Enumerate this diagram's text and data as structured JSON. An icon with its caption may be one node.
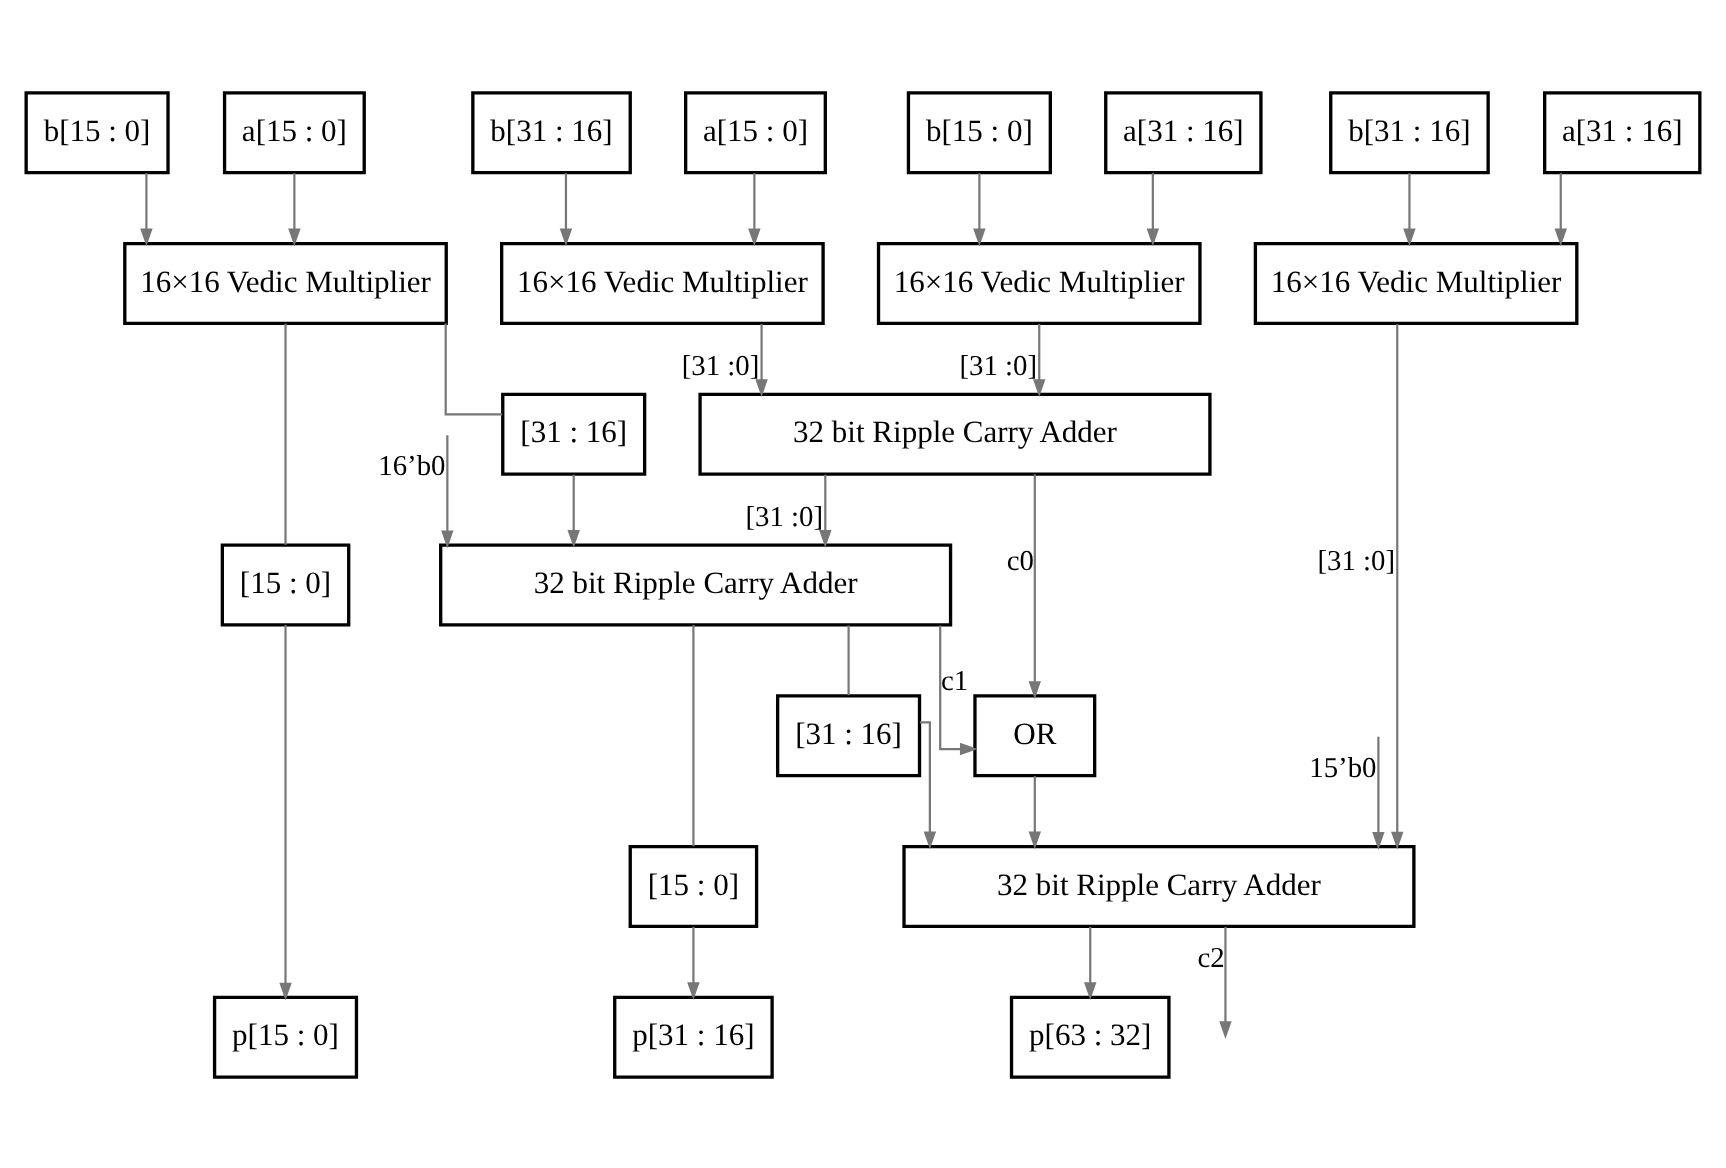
{
  "diagram": {
    "nodes": [
      {
        "text": [
          "b[31 : 16]"
        ]
      },
      {
        "text": [
          "b[15 : 0]"
        ]
      },
      {
        "text": [
          "b[31 : 16]"
        ]
      },
      {
        "text": [
          "b[15 : 0]"
        ]
      },
      {
        "text": [
          "a[31 : 16]"
        ]
      },
      {
        "text": [
          "a[31 : 16]"
        ]
      },
      {
        "text": [
          "a[15 : 0]"
        ]
      },
      {
        "text": [
          "a[15 : 0]"
        ]
      },
      {
        "text": [
          "16×16 Vedic Multiplier"
        ]
      },
      {
        "text": [
          "16×16 Vedic Multiplier"
        ]
      },
      {
        "text": [
          "16×16 Vedic Multiplier"
        ]
      },
      {
        "text": [
          "16×16 Vedic Multiplier"
        ]
      },
      {
        "text": [
          "32 bit Ripple Carry Adder"
        ]
      },
      {
        "text": [
          "OR"
        ]
      },
      {
        "text": [
          "32 bit Ripple Carry Adder"
        ]
      },
      {
        "text": [
          "[31 : 16]"
        ]
      },
      {
        "text": [
          "[15 : 0]"
        ]
      },
      {
        "text": [
          "[31 : 16]"
        ]
      },
      {
        "text": [
          "32 bit Ripple Carry Adder"
        ]
      },
      {
        "text": [
          "[15 : 0]"
        ]
      },
      {
        "text": [
          "p[63 : 32]"
        ]
      },
      {
        "text": [
          "p[31 : 16]"
        ]
      },
      {
        "text": [
          "p[15 : 0]"
        ]
      }
    ],
    "edges": [
      {
        "from": 0,
        "to": 8,
        "arrow": "to"
      },
      {
        "from": 4,
        "to": 8,
        "arrow": "to"
      },
      {
        "from": 1,
        "to": 9,
        "arrow": "to"
      },
      {
        "from": 5,
        "to": 9,
        "arrow": "to"
      },
      {
        "from": 2,
        "to": 10,
        "arrow": "to"
      },
      {
        "from": 6,
        "to": 10,
        "arrow": "to"
      },
      {
        "from": 3,
        "to": 11,
        "arrow": "to"
      },
      {
        "from": 7,
        "to": 11,
        "arrow": "to"
      },
      {
        "from": 8,
        "to": 18,
        "arrow": "to",
        "label": "[31 :0]"
      },
      {
        "from": null,
        "to": 18,
        "arrow": "to",
        "label": "15’b0"
      },
      {
        "from": 9,
        "to": 12,
        "arrow": "to",
        "label": "[31 :0]"
      },
      {
        "from": 10,
        "to": 12,
        "arrow": "to",
        "label": "[31 :0]"
      },
      {
        "from": 12,
        "to": 13,
        "arrow": "to",
        "label": "c0"
      },
      {
        "from": 12,
        "to": 14,
        "arrow": "to",
        "label": "[31 :0]"
      },
      {
        "from": null,
        "to": 14,
        "arrow": "to",
        "label": "16’b0"
      },
      {
        "from": 11,
        "to": 15,
        "arrow": "none"
      },
      {
        "from": 15,
        "to": 14,
        "arrow": "to"
      },
      {
        "from": 11,
        "to": 16,
        "arrow": "none"
      },
      {
        "from": 16,
        "to": 22,
        "arrow": "to"
      },
      {
        "from": 14,
        "to": 13,
        "arrow": "to",
        "label": "c1"
      },
      {
        "from": 13,
        "to": 18,
        "arrow": "to"
      },
      {
        "from": 14,
        "to": 17,
        "arrow": "none"
      },
      {
        "from": 17,
        "to": 18,
        "arrow": "to"
      },
      {
        "from": 14,
        "to": 19,
        "arrow": "none"
      },
      {
        "from": 19,
        "to": 21,
        "arrow": "to"
      },
      {
        "from": 18,
        "to": 20,
        "arrow": "to"
      },
      {
        "from": 18,
        "to": null,
        "arrow": "to",
        "label": "c2"
      }
    ]
  }
}
